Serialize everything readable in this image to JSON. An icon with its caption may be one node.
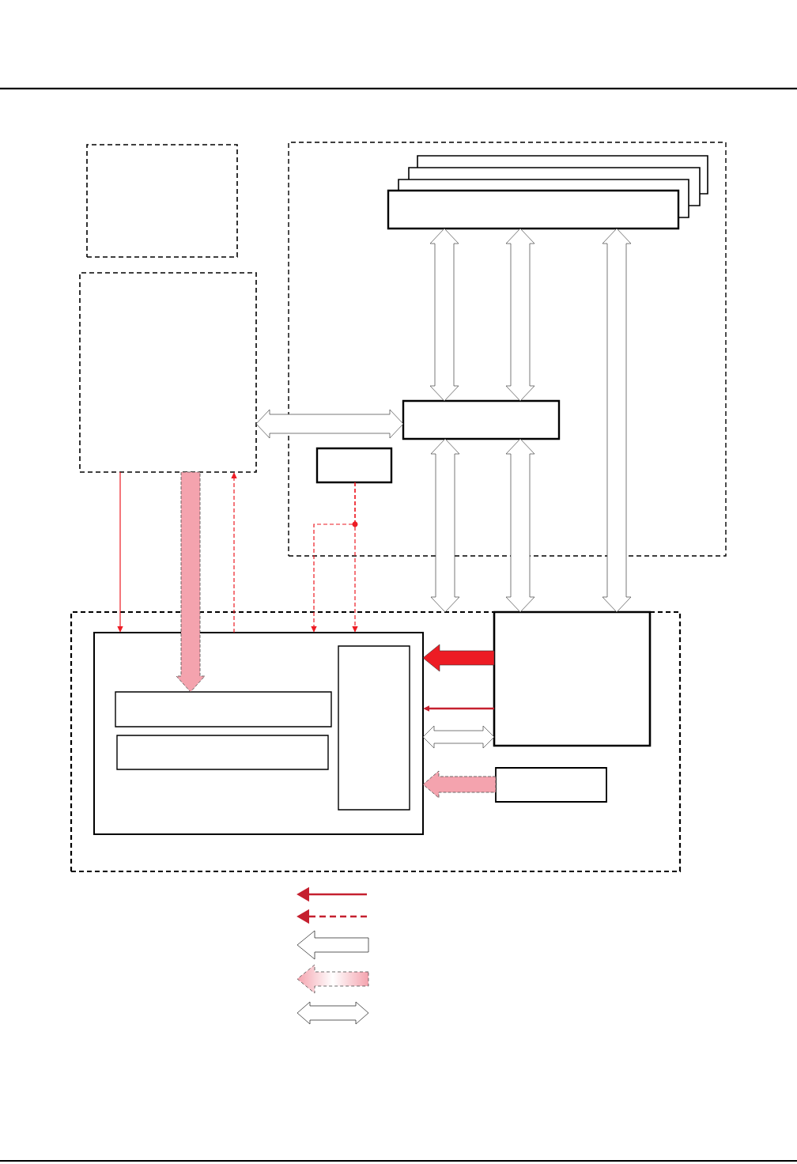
{
  "diagram": {
    "nodes": [
      {
        "text": [],
        "shape": "box"
      },
      {
        "text": [],
        "shape": "box"
      },
      {
        "text": [],
        "shape": "box"
      },
      {
        "text": [],
        "shape": "box",
        "in": 2
      },
      {
        "text": [],
        "shape": "box",
        "in": 2
      },
      {
        "text": [],
        "shape": "box",
        "in": 2
      },
      {
        "text": [],
        "shape": "box"
      },
      {
        "text": [],
        "shape": "box",
        "in": 6
      },
      {
        "text": [],
        "shape": "box",
        "in": 7
      },
      {
        "text": [],
        "shape": "box",
        "in": 7
      },
      {
        "text": [],
        "shape": "box",
        "in": 7
      },
      {
        "text": [],
        "shape": "box",
        "in": 6
      },
      {
        "text": [],
        "shape": "box",
        "in": 6
      }
    ],
    "edges": [
      {
        "from": 1,
        "to": 4,
        "arrow": "both"
      },
      {
        "from": 3,
        "to": 4,
        "arrow": "both"
      },
      {
        "from": 3,
        "to": 4,
        "arrow": "both"
      },
      {
        "from": 4,
        "to": 6,
        "arrow": "both"
      },
      {
        "from": 4,
        "to": 11,
        "arrow": "both"
      },
      {
        "from": 3,
        "to": 11,
        "arrow": "both"
      },
      {
        "from": 7,
        "to": 11,
        "arrow": "both"
      },
      {
        "from": 1,
        "to": 7,
        "arrow": "to",
        "color": "#ed1c24"
      },
      {
        "from": 1,
        "to": 8,
        "arrow": "to",
        "style": "thick",
        "color": "#f4a3ae"
      },
      {
        "from": 7,
        "to": 1,
        "arrow": "to",
        "style": "dashed",
        "color": "#ed1c24"
      },
      {
        "from": 5,
        "to": 7,
        "arrow": "to",
        "style": "dashed",
        "color": "#ed1c24"
      },
      {
        "from": 5,
        "to": 7,
        "arrow": "to",
        "style": "dashed",
        "color": "#ed1c24"
      },
      {
        "from": 11,
        "to": 7,
        "arrow": "to",
        "style": "thick",
        "color": "#ed1c24"
      },
      {
        "from": 11,
        "to": 7,
        "arrow": "to",
        "color": "#c5202f"
      },
      {
        "from": 12,
        "to": 7,
        "arrow": "to",
        "style": "thick",
        "color": "#f4a3ae"
      }
    ]
  }
}
